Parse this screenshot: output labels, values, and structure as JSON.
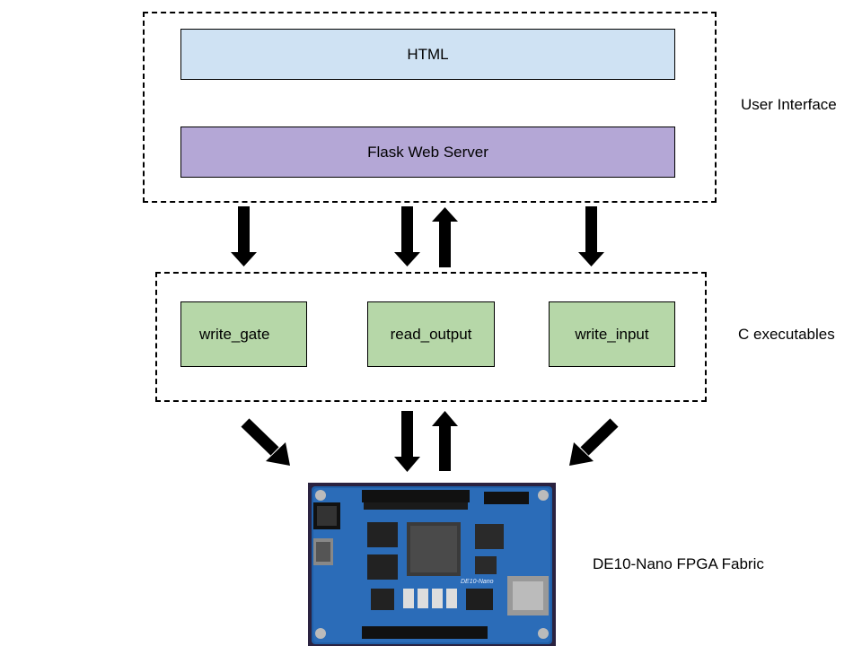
{
  "ui_layer": {
    "label": "User Interface",
    "html_box": "HTML",
    "server_box": "Flask Web Server"
  },
  "exe_layer": {
    "label": "C executables",
    "items": [
      "write_gate",
      "read_output",
      "write_input"
    ]
  },
  "hw_layer": {
    "label": "DE10-Nano FPGA Fabric",
    "board_name": "DE10-Nano"
  },
  "colors": {
    "html_fill": "#cfe2f3",
    "server_fill": "#b4a7d6",
    "exe_fill": "#b6d7a8"
  }
}
